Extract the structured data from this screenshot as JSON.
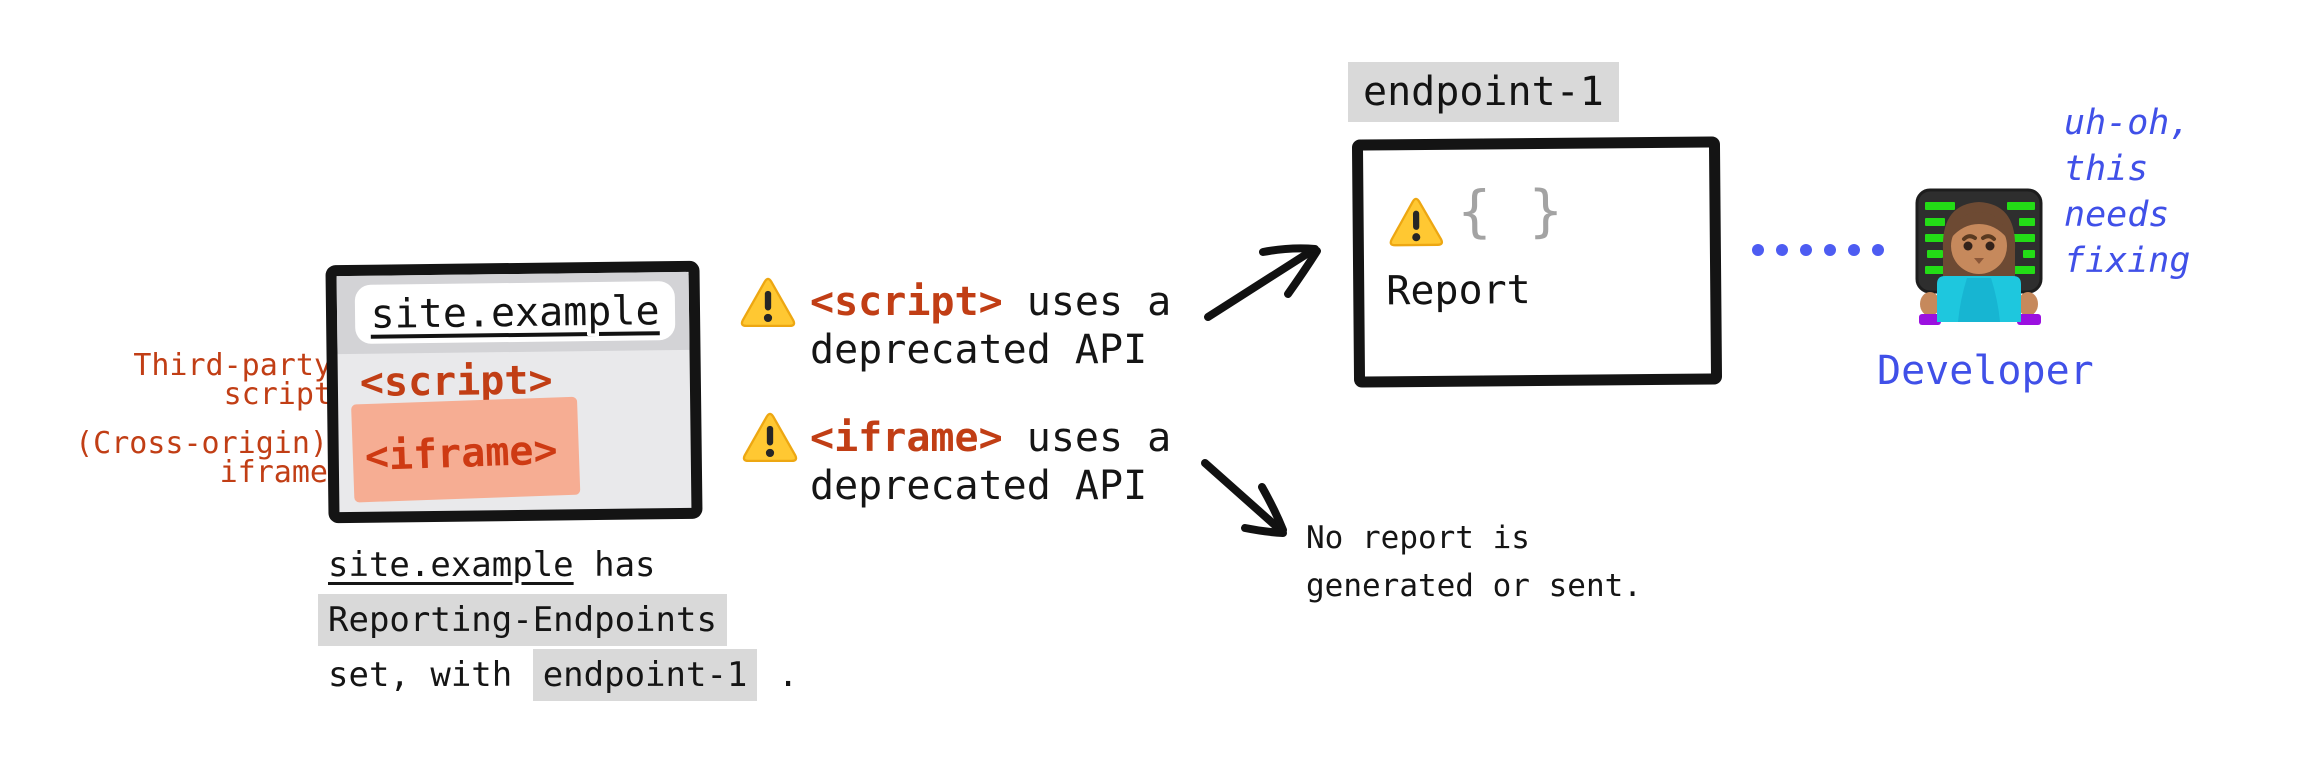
{
  "colors": {
    "accent_red": "#c13e15",
    "accent_blue": "#4050e8",
    "dot_blue": "#4d5cf2",
    "highlight_gray": "#d9d9d9",
    "salmon_highlight": "#f6ad93",
    "window_body_gray": "#e9e9eb",
    "window_header_gray": "#d3d3d6",
    "ink_black": "#141414",
    "brace_gray": "#a3a3a3",
    "warning_yellow": "#ffc832"
  },
  "browser_window": {
    "address": "site.example",
    "script_tag": "<script>",
    "iframe_tag": "<iframe>"
  },
  "side_labels": {
    "third_party": "Third-party\nscript",
    "cross_origin": "(Cross-origin)\niframe"
  },
  "warnings": [
    {
      "tag": "<script>",
      "suffix": " uses a",
      "line2": "deprecated API"
    },
    {
      "tag": "<iframe>",
      "suffix": " uses a",
      "line2": "deprecated API"
    }
  ],
  "endpoint_box": {
    "label": "endpoint-1",
    "braces": "{ }",
    "report": "Report"
  },
  "no_report_note": "No report is\ngenerated or sent.",
  "developer": {
    "thought": "uh-oh,\nthis\nneeds\nfixing",
    "caption": "Developer"
  },
  "footer_caption": {
    "site": "site.example",
    "after_site": " has",
    "header_token": "Reporting-Endpoints",
    "line3_prefix": "set, with ",
    "endpoint_token": "endpoint-1",
    "line3_suffix": " ."
  },
  "icons": {
    "warning": "warning-triangle-icon",
    "developer_emoji": "woman-technologist-icon",
    "connector": "blue-dotted-line",
    "arrows": "hand-drawn-black-arrows"
  }
}
